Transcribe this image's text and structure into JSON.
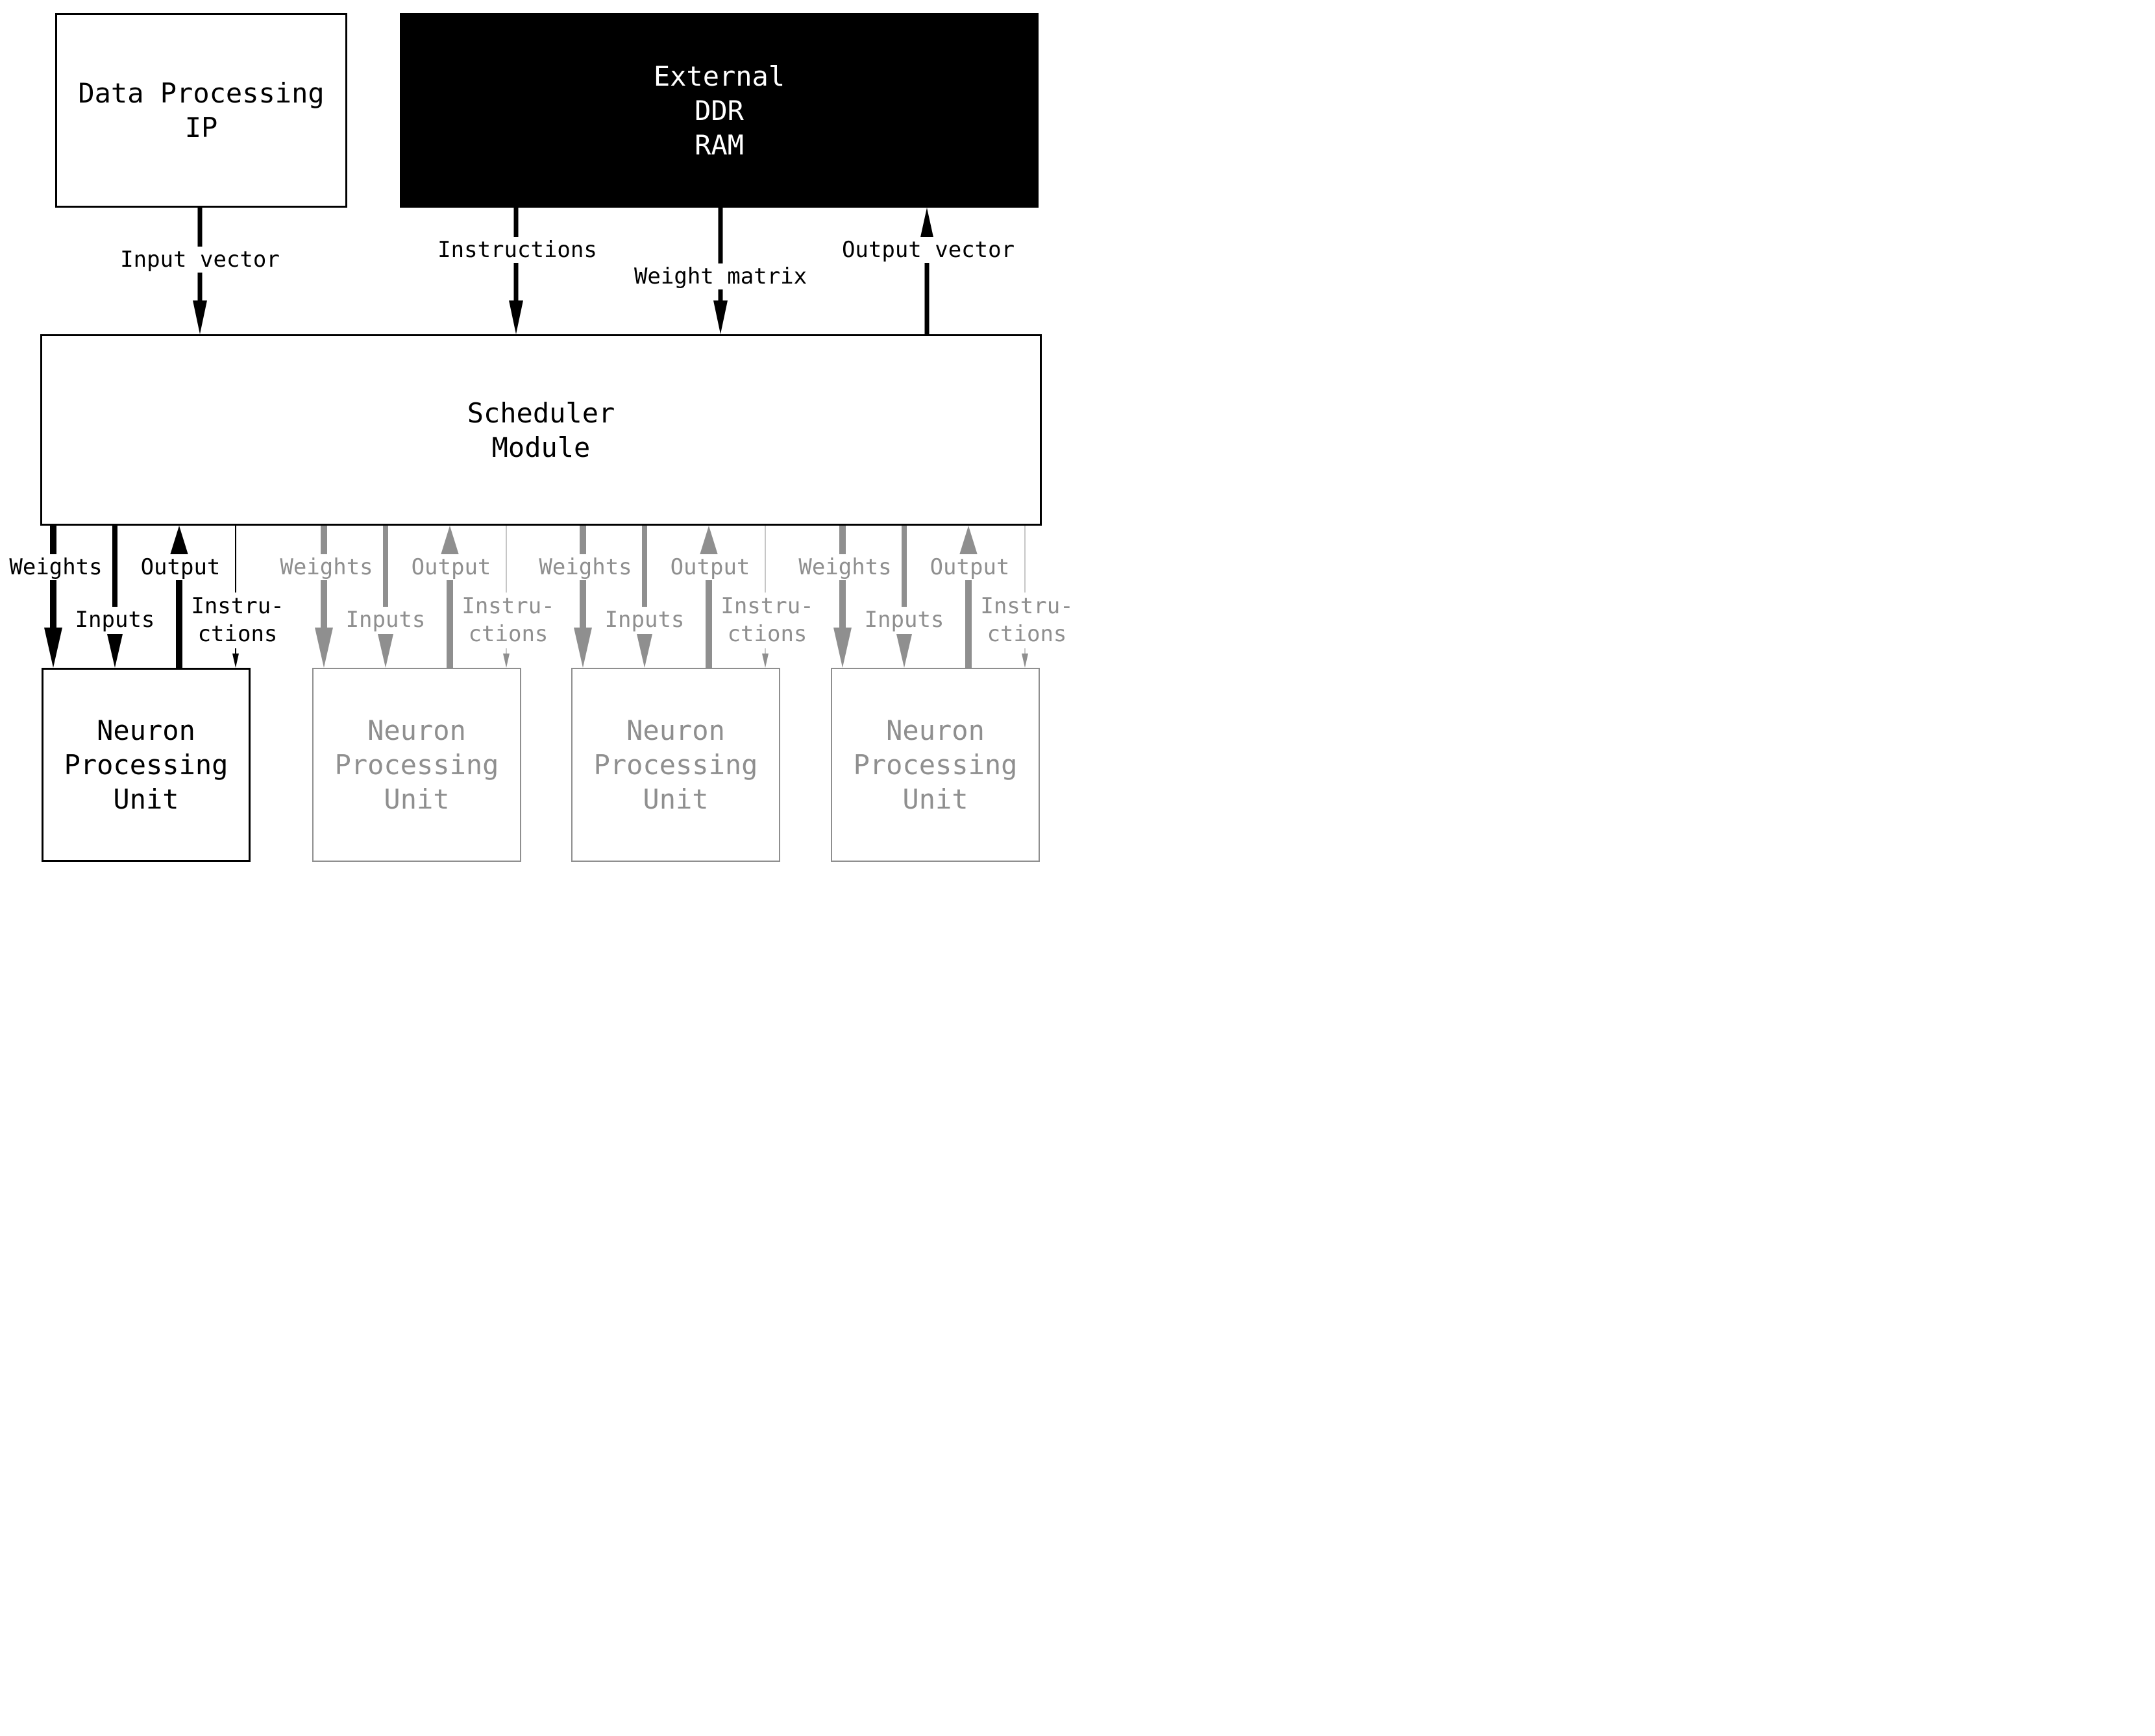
{
  "boxes": {
    "data_processing_ip": {
      "lines": [
        "Data Processing",
        "IP"
      ]
    },
    "external_ddr_ram": {
      "lines": [
        "External",
        "DDR",
        "RAM"
      ]
    },
    "scheduler": {
      "lines": [
        "Scheduler",
        "Module"
      ]
    },
    "npus": [
      {
        "lines": [
          "Neuron",
          "Processing",
          "Unit"
        ],
        "state": "active"
      },
      {
        "lines": [
          "Neuron",
          "Processing",
          "Unit"
        ],
        "state": "inactive"
      },
      {
        "lines": [
          "Neuron",
          "Processing",
          "Unit"
        ],
        "state": "inactive"
      },
      {
        "lines": [
          "Neuron",
          "Processing",
          "Unit"
        ],
        "state": "inactive"
      }
    ]
  },
  "top_flows": [
    {
      "label": "Input vector",
      "from": "Data Processing IP",
      "to": "Scheduler Module",
      "direction": "down"
    },
    {
      "label": "Instructions",
      "from": "External DDR RAM",
      "to": "Scheduler Module",
      "direction": "down"
    },
    {
      "label": "Weight matrix",
      "from": "External DDR RAM",
      "to": "Scheduler Module",
      "direction": "down"
    },
    {
      "label": "Output vector",
      "from": "Scheduler Module",
      "to": "External DDR RAM",
      "direction": "up"
    }
  ],
  "npu_flow_labels": {
    "weights": "Weights",
    "inputs": "Inputs",
    "output": "Output",
    "instructions_line1": "Instru-",
    "instructions_line2": "ctions"
  },
  "colors": {
    "ink": "#000000",
    "dim": "#8f8f8f",
    "dim_light": "#c6c6c6",
    "background": "#ffffff"
  }
}
